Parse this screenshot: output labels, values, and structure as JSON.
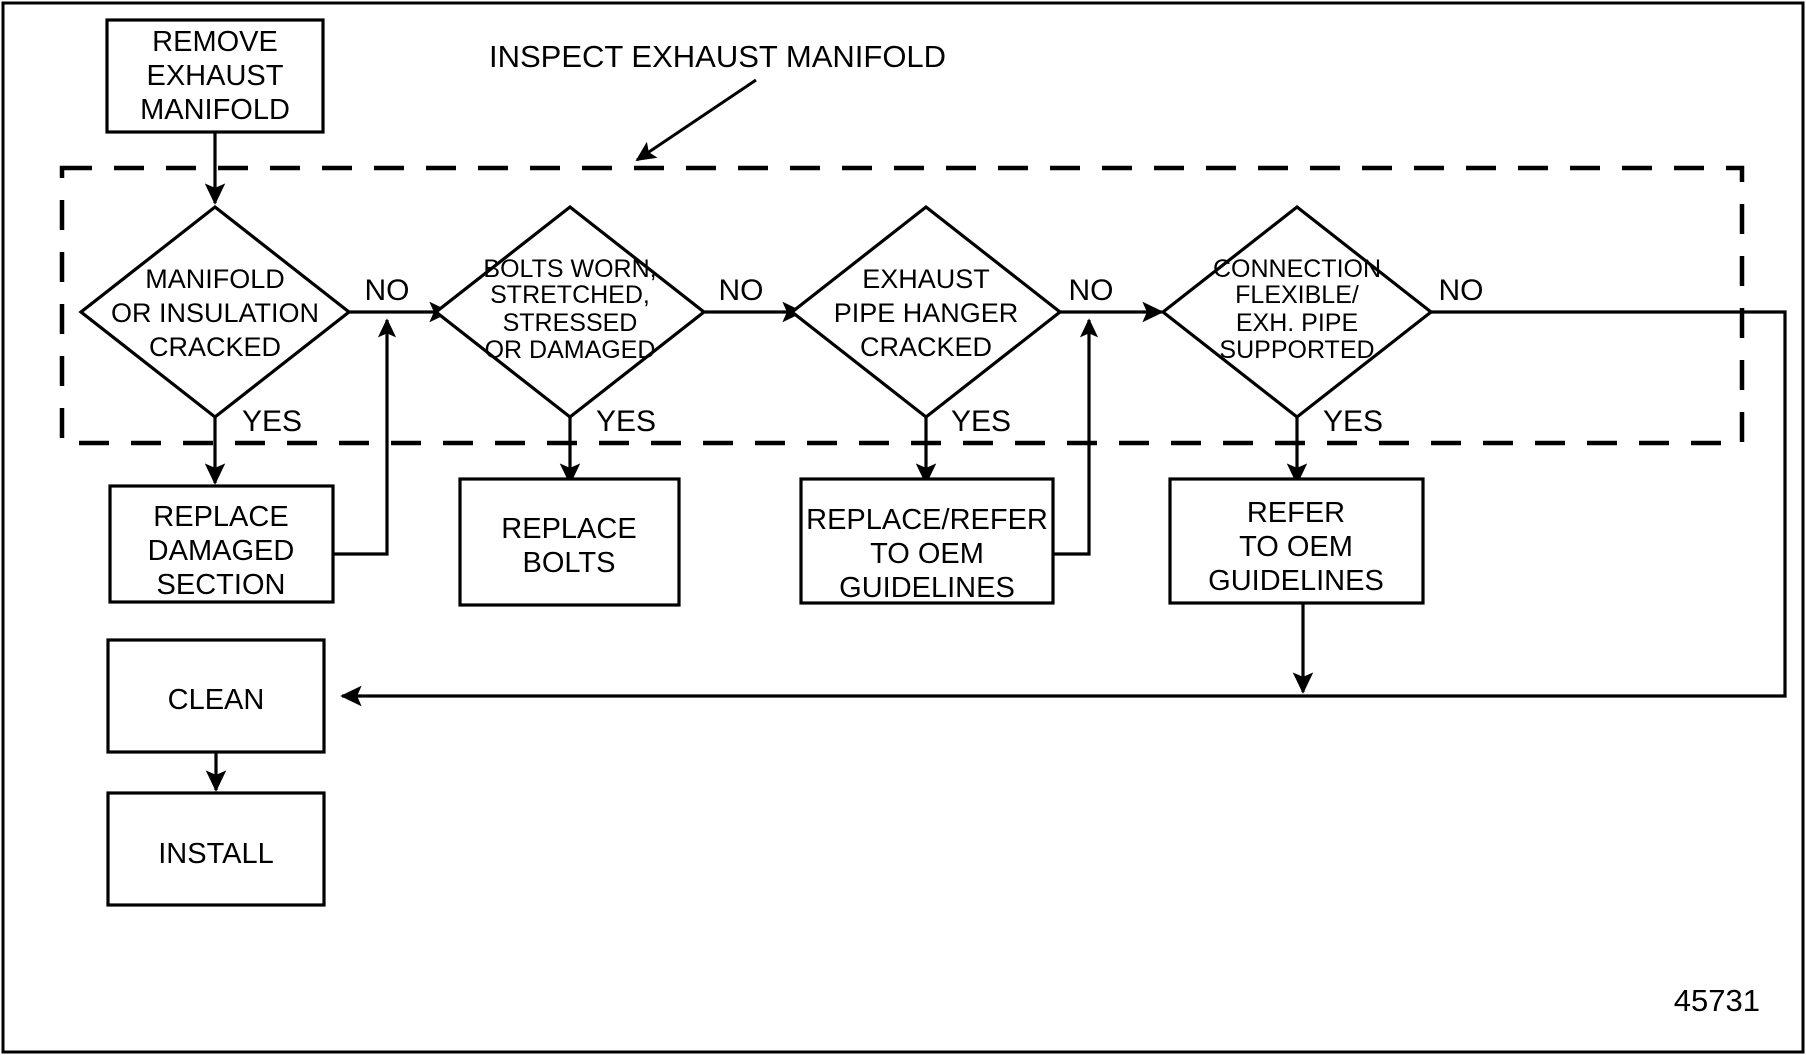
{
  "figure": {
    "number": "45731",
    "annotation": {
      "label": "INSPECT EXHAUST MANIFOLD",
      "target": "dashed-inspection-group"
    },
    "group_box": {
      "style": "dashed",
      "name": "INSPECT EXHAUST MANIFOLD"
    }
  },
  "nodes": {
    "start": {
      "type": "process",
      "lines": [
        "REMOVE",
        "EXHAUST",
        "MANIFOLD"
      ]
    },
    "decision_1": {
      "type": "decision",
      "lines": [
        "MANIFOLD",
        "OR INSULATION",
        "CRACKED"
      ],
      "yes_label": "YES",
      "no_label": "NO"
    },
    "decision_2": {
      "type": "decision",
      "lines": [
        "BOLTS WORN,",
        "STRETCHED,",
        "STRESSED",
        "OR DAMAGED"
      ],
      "yes_label": "YES",
      "no_label": "NO"
    },
    "decision_3": {
      "type": "decision",
      "lines": [
        "EXHAUST",
        "PIPE HANGER",
        "CRACKED"
      ],
      "yes_label": "YES",
      "no_label": "NO"
    },
    "decision_4": {
      "type": "decision",
      "lines": [
        "CONNECTION",
        "FLEXIBLE/",
        "EXH. PIPE",
        "SUPPORTED"
      ],
      "yes_label": "YES",
      "no_label": "NO"
    },
    "action_1": {
      "type": "process",
      "lines": [
        "REPLACE",
        "DAMAGED",
        "SECTION"
      ]
    },
    "action_2": {
      "type": "process",
      "lines": [
        "REPLACE",
        "BOLTS"
      ]
    },
    "action_3": {
      "type": "process",
      "lines": [
        "REPLACE/REFER",
        "TO OEM",
        "GUIDELINES"
      ]
    },
    "action_4": {
      "type": "process",
      "lines": [
        "REFER",
        "TO OEM",
        "GUIDELINES"
      ]
    },
    "clean": {
      "type": "process",
      "lines": [
        "CLEAN"
      ]
    },
    "install": {
      "type": "process",
      "lines": [
        "INSTALL"
      ]
    }
  },
  "chart_data": {
    "type": "flowchart",
    "title": "INSPECT EXHAUST MANIFOLD",
    "figure_number": "45731",
    "orientation": "left-to-right with downward action branches",
    "nodes": [
      {
        "id": "start",
        "shape": "rectangle",
        "text": "REMOVE EXHAUST MANIFOLD"
      },
      {
        "id": "decision_1",
        "shape": "diamond",
        "text": "MANIFOLD OR INSULATION CRACKED"
      },
      {
        "id": "decision_2",
        "shape": "diamond",
        "text": "BOLTS WORN, STRETCHED, STRESSED OR DAMAGED"
      },
      {
        "id": "decision_3",
        "shape": "diamond",
        "text": "EXHAUST PIPE HANGER CRACKED"
      },
      {
        "id": "decision_4",
        "shape": "diamond",
        "text": "CONNECTION FLEXIBLE/ EXH. PIPE SUPPORTED"
      },
      {
        "id": "action_1",
        "shape": "rectangle",
        "text": "REPLACE DAMAGED SECTION"
      },
      {
        "id": "action_2",
        "shape": "rectangle",
        "text": "REPLACE BOLTS"
      },
      {
        "id": "action_3",
        "shape": "rectangle",
        "text": "REPLACE/REFER TO OEM GUIDELINES"
      },
      {
        "id": "action_4",
        "shape": "rectangle",
        "text": "REFER TO OEM GUIDELINES"
      },
      {
        "id": "clean",
        "shape": "rectangle",
        "text": "CLEAN"
      },
      {
        "id": "install",
        "shape": "rectangle",
        "text": "INSTALL"
      }
    ],
    "edges": [
      {
        "from": "start",
        "to": "decision_1",
        "label": ""
      },
      {
        "from": "decision_1",
        "to": "decision_2",
        "label": "NO"
      },
      {
        "from": "decision_1",
        "to": "action_1",
        "label": "YES"
      },
      {
        "from": "action_1",
        "to": "decision_2",
        "label": ""
      },
      {
        "from": "decision_2",
        "to": "decision_3",
        "label": "NO"
      },
      {
        "from": "decision_2",
        "to": "action_2",
        "label": "YES"
      },
      {
        "from": "decision_3",
        "to": "decision_4",
        "label": "NO"
      },
      {
        "from": "decision_3",
        "to": "action_3",
        "label": "YES"
      },
      {
        "from": "action_3",
        "to": "decision_4",
        "label": ""
      },
      {
        "from": "decision_4",
        "to": "clean",
        "label": "NO"
      },
      {
        "from": "decision_4",
        "to": "action_4",
        "label": "YES"
      },
      {
        "from": "action_4",
        "to": "clean",
        "label": ""
      },
      {
        "from": "clean",
        "to": "install",
        "label": ""
      }
    ],
    "group": {
      "label": "INSPECT EXHAUST MANIFOLD",
      "style": "dashed",
      "members": [
        "decision_1",
        "decision_2",
        "decision_3",
        "decision_4"
      ]
    }
  },
  "colors": {
    "stroke": "#000000",
    "fill": "#ffffff",
    "background": "#ffffff"
  }
}
